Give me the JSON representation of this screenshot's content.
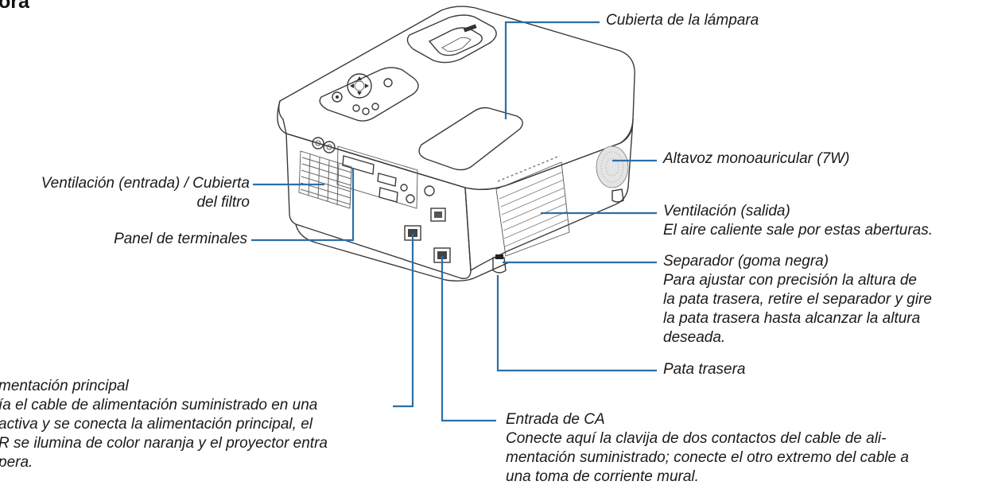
{
  "heading_fragment": "ora",
  "callouts": {
    "lamp_cover": [
      "Cubierta de la lámpara"
    ],
    "speaker": [
      "Altavoz monoauricular (7W)"
    ],
    "vent_outlet": [
      "Ventilación (salida)",
      "El aire caliente sale por estas aberturas."
    ],
    "vent_inlet": [
      "Ventilación (entrada) / Cubierta",
      "del filtro"
    ],
    "terminal_panel": [
      "Panel de terminales"
    ],
    "spacer": [
      "Separador (goma negra)",
      "Para ajustar con precisión la altura de",
      "la pata trasera, retire el separador y gire",
      "la pata trasera hasta alcanzar la altura",
      "deseada."
    ],
    "rear_foot": [
      "Pata trasera"
    ],
    "main_power": [
      "mentación principal",
      "ía el cable de alimentación suministrado en una",
      "activa y se conecta la alimentación principal, el",
      "R se ilumina de color naranja y el proyector entra",
      "pera."
    ],
    "ac_input": [
      "Entrada de CA",
      "Conecte aquí la clavija de dos contactos del cable de ali-",
      "mentación suministrado; conecte el otro extremo del cable a",
      "una toma de corriente mural."
    ]
  },
  "colors": {
    "leader_line": "#2a6fa8",
    "outline": "#3a3a3a",
    "text": "#1a1a1a"
  }
}
